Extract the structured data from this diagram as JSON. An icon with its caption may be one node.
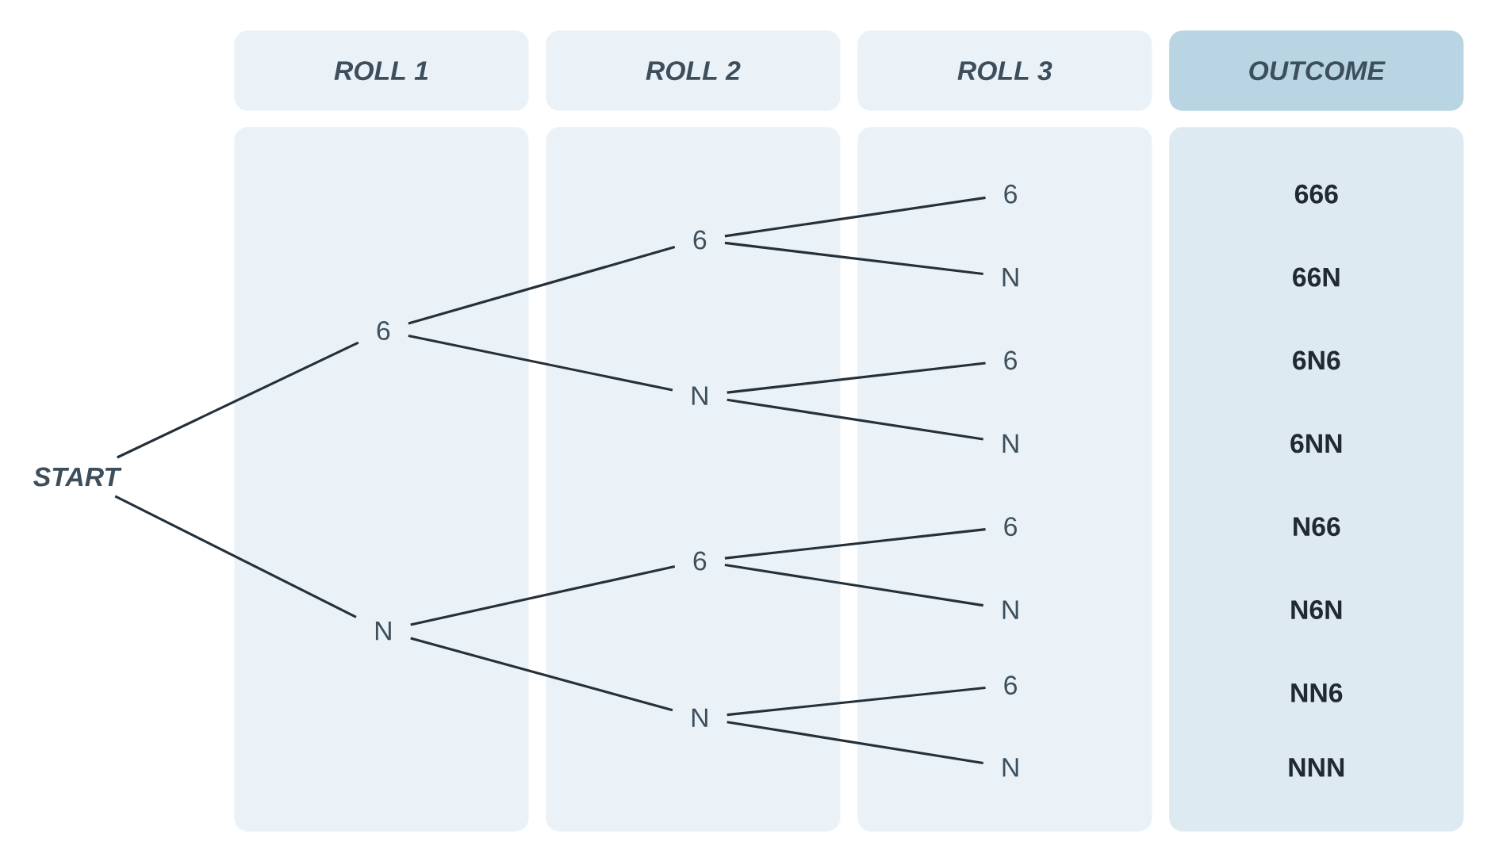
{
  "diagram": {
    "nodes": [
      {
        "text": [
          "ROLL 1"
        ]
      },
      {
        "text": [
          "ROLL 2"
        ]
      },
      {
        "text": [
          "ROLL 3"
        ]
      },
      {
        "text": [
          "OUTCOME"
        ]
      },
      {
        "text": [],
        "shape": "box"
      },
      {
        "text": [],
        "shape": "box"
      },
      {
        "text": [],
        "shape": "box"
      },
      {
        "text": [
          "666",
          "66N",
          "6N6",
          "6NN",
          "N66",
          "N6N",
          "NN6",
          "NNN"
        ]
      },
      {
        "text": [
          "START"
        ]
      },
      {
        "text": [
          "6"
        ],
        "in": 4
      },
      {
        "text": [
          "N"
        ],
        "in": 4
      },
      {
        "text": [
          "6"
        ],
        "in": 5
      },
      {
        "text": [
          "N"
        ],
        "in": 5
      },
      {
        "text": [
          "6"
        ],
        "in": 5
      },
      {
        "text": [
          "N"
        ],
        "in": 5
      },
      {
        "text": [
          "6"
        ],
        "in": 6
      },
      {
        "text": [
          "N"
        ],
        "in": 6
      },
      {
        "text": [
          "6"
        ],
        "in": 6
      },
      {
        "text": [
          "N"
        ],
        "in": 6
      },
      {
        "text": [
          "6"
        ],
        "in": 6
      },
      {
        "text": [
          "N"
        ],
        "in": 6
      },
      {
        "text": [
          "6"
        ],
        "in": 6
      },
      {
        "text": [
          "N"
        ],
        "in": 6
      }
    ],
    "edges": [
      {
        "from": 8,
        "to": 9,
        "arrow": "none"
      },
      {
        "from": 8,
        "to": 10,
        "arrow": "none"
      },
      {
        "from": 9,
        "to": 11,
        "arrow": "none"
      },
      {
        "from": 9,
        "to": 12,
        "arrow": "none"
      },
      {
        "from": 10,
        "to": 13,
        "arrow": "none"
      },
      {
        "from": 10,
        "to": 14,
        "arrow": "none"
      },
      {
        "from": 11,
        "to": 15,
        "arrow": "none"
      },
      {
        "from": 11,
        "to": 16,
        "arrow": "none"
      },
      {
        "from": 12,
        "to": 17,
        "arrow": "none"
      },
      {
        "from": 12,
        "to": 18,
        "arrow": "none"
      },
      {
        "from": 13,
        "to": 19,
        "arrow": "none"
      },
      {
        "from": 13,
        "to": 20,
        "arrow": "none"
      },
      {
        "from": 14,
        "to": 21,
        "arrow": "none"
      },
      {
        "from": 14,
        "to": 22,
        "arrow": "none"
      }
    ]
  }
}
